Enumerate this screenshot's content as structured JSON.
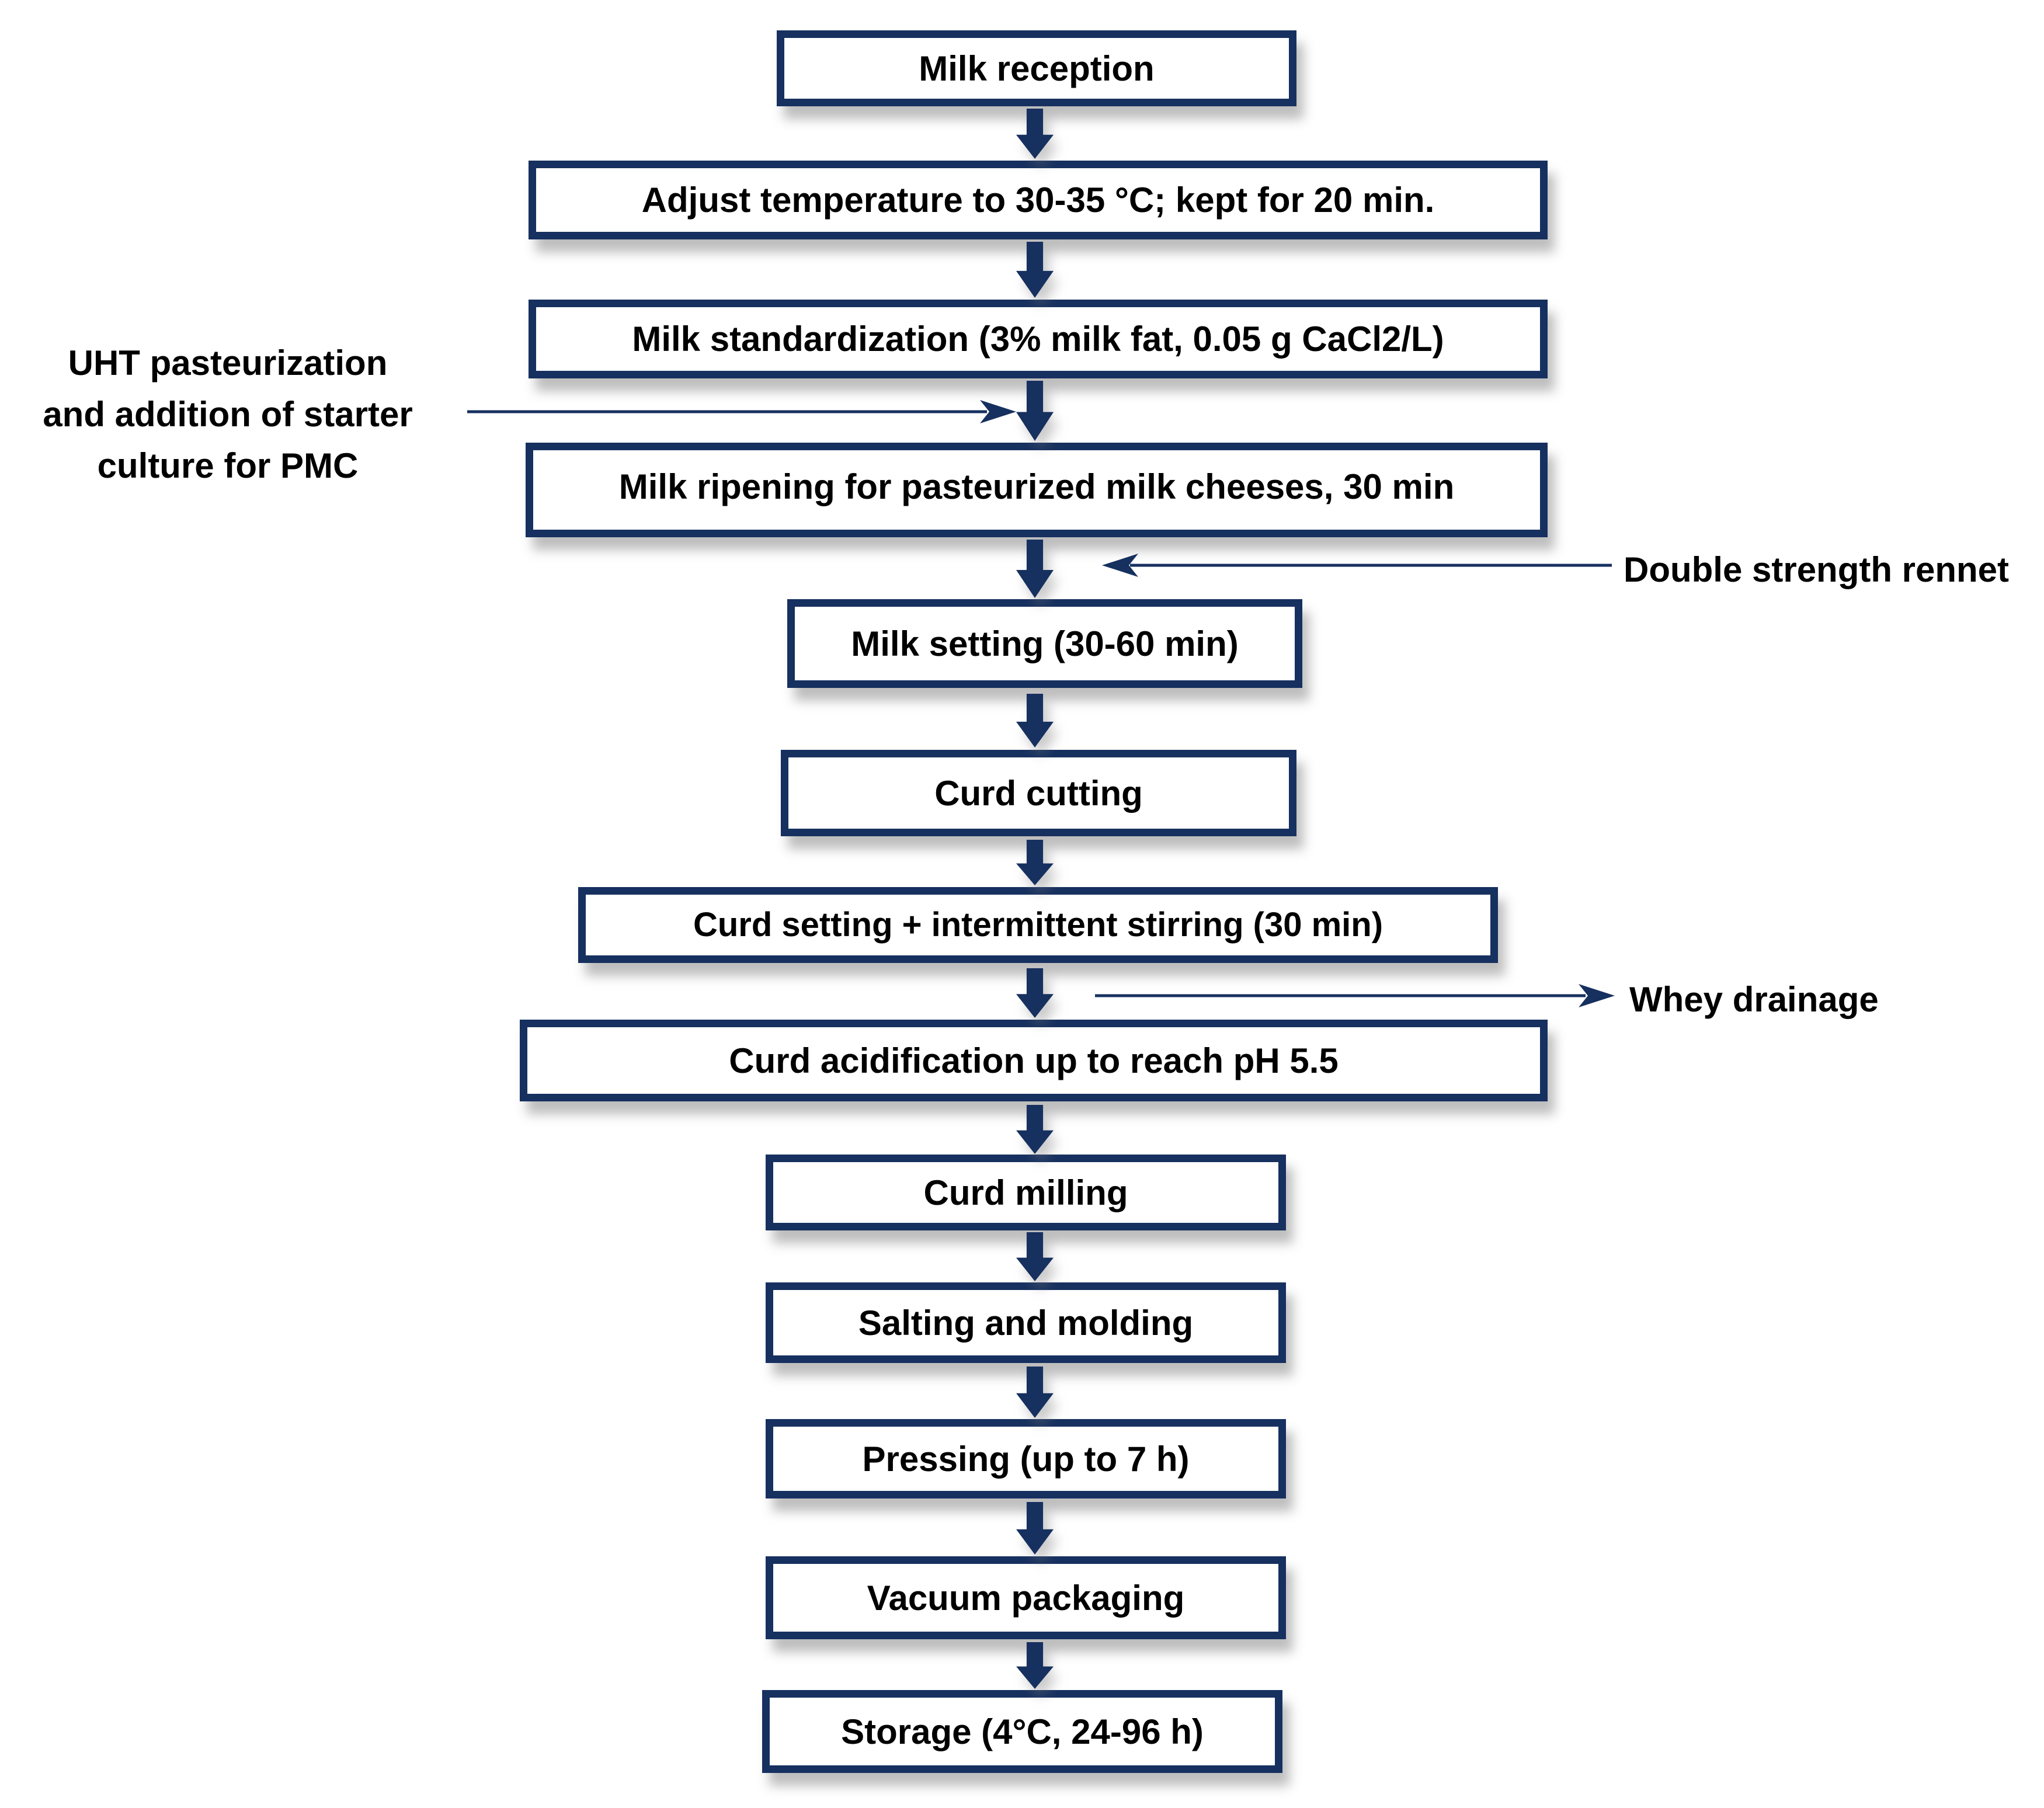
{
  "diagram": {
    "type": "flowchart",
    "subject": "Cheese-making process flow",
    "steps": [
      {
        "id": 1,
        "label": "Milk reception"
      },
      {
        "id": 2,
        "label": "Adjust temperature to 30-35 °C; kept for 20 min."
      },
      {
        "id": 3,
        "label": "Milk standardization (3% milk fat, 0.05 g CaCl2/L)"
      },
      {
        "id": 4,
        "label": "Milk ripening for pasteurized milk cheeses, 30 min"
      },
      {
        "id": 5,
        "label": "Milk setting (30-60 min)"
      },
      {
        "id": 6,
        "label": "Curd cutting"
      },
      {
        "id": 7,
        "label": "Curd setting + intermittent stirring (30 min)"
      },
      {
        "id": 8,
        "label": "Curd acidification up to reach pH 5.5"
      },
      {
        "id": 9,
        "label": "Curd milling"
      },
      {
        "id": 10,
        "label": "Salting and molding"
      },
      {
        "id": 11,
        "label": "Pressing (up to 7 h)"
      },
      {
        "id": 12,
        "label": "Vacuum packaging"
      },
      {
        "id": 13,
        "label": "Storage (4°C, 24-96 h)"
      }
    ],
    "annotations": {
      "uht": {
        "text": "UHT pasteurization\nand addition of  starter\nculture for PMC",
        "points_to": "between steps 3 and 4",
        "direction": "right"
      },
      "rennet": {
        "text": "Double strength rennet",
        "points_to": "between steps 4 and 5",
        "direction": "left"
      },
      "whey": {
        "text": "Whey drainage",
        "points_from": "between steps 7 and 8",
        "direction": "right"
      }
    },
    "colors": {
      "navy": "#16305F",
      "text": "#000000",
      "box_fill": "#ffffff"
    }
  }
}
